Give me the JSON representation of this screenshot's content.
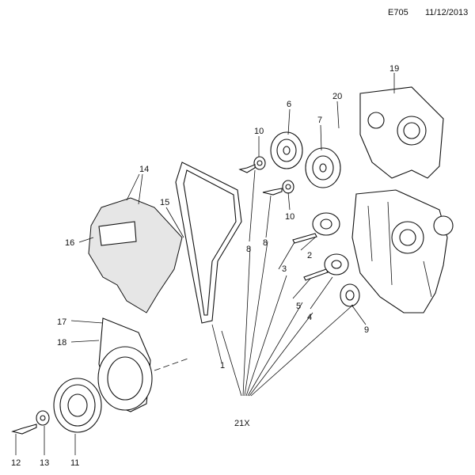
{
  "header": {
    "code": "E705",
    "date": "11/12/2013"
  },
  "callouts": [
    {
      "id": "c19",
      "text": "19"
    },
    {
      "id": "c20",
      "text": "20"
    },
    {
      "id": "c6",
      "text": "6"
    },
    {
      "id": "c7",
      "text": "7"
    },
    {
      "id": "c10a",
      "text": "10"
    },
    {
      "id": "c10b",
      "text": "10"
    },
    {
      "id": "c14",
      "text": "14"
    },
    {
      "id": "c15",
      "text": "15"
    },
    {
      "id": "c16",
      "text": "16"
    },
    {
      "id": "c8a",
      "text": "8"
    },
    {
      "id": "c8b",
      "text": "8"
    },
    {
      "id": "c2",
      "text": "2"
    },
    {
      "id": "c3",
      "text": "3"
    },
    {
      "id": "c5",
      "text": "5"
    },
    {
      "id": "c4",
      "text": "4"
    },
    {
      "id": "c9",
      "text": "9"
    },
    {
      "id": "c17",
      "text": "17"
    },
    {
      "id": "c18",
      "text": "18"
    },
    {
      "id": "c1",
      "text": "1"
    },
    {
      "id": "c21",
      "text": "21X"
    },
    {
      "id": "c12",
      "text": "12"
    },
    {
      "id": "c13",
      "text": "13"
    },
    {
      "id": "c11",
      "text": "11"
    }
  ]
}
